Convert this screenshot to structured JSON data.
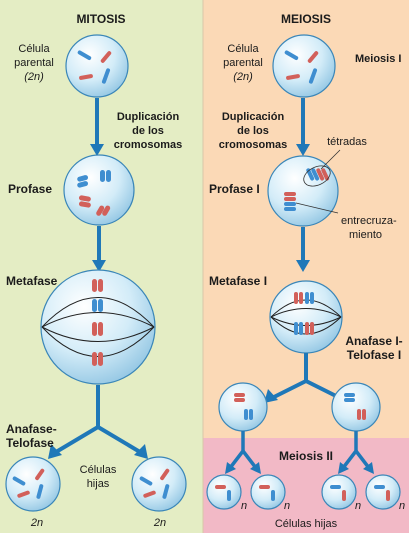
{
  "colors": {
    "mitosis_bg": "#e4edc4",
    "meiosis_bg": "#fbd9b6",
    "meiosis2_bg": "#f2b9c6",
    "arrow": "#1f78b8",
    "cell_fill": "#cfe9f6",
    "cell_stroke": "#3a86b8",
    "chrom_red": "#d2605a",
    "chrom_blue": "#3f8ed0",
    "spindle": "#222222"
  },
  "mitosis": {
    "title": "MITOSIS",
    "parent_l1": "Célula",
    "parent_l2": "parental",
    "parent_l3": "(2n)",
    "dup_l1": "Duplicación",
    "dup_l2": "de los",
    "dup_l3": "cromosomas",
    "prophase": "Profase",
    "metaphase": "Metafase",
    "anaphase_l1": "Anafase-",
    "anaphase_l2": "Telofase",
    "daughters_l1": "Células",
    "daughters_l2": "hijas",
    "ploidy_left": "2n",
    "ploidy_right": "2n"
  },
  "meiosis": {
    "title": "MEIOSIS",
    "phase_one": "Meiosis I",
    "parent_l1": "Célula",
    "parent_l2": "parental",
    "parent_l3": "(2n)",
    "dup_l1": "Duplicación",
    "dup_l2": "de los",
    "dup_l3": "cromosomas",
    "tetrads": "tétradas",
    "prophase": "Profase I",
    "crossover_l1": "entrecruza-",
    "crossover_l2": "miento",
    "metaphase": "Metafase I",
    "anaphase_l1": "Anafase I-",
    "anaphase_l2": "Telofase I",
    "phase_two": "Meiosis II",
    "ploidy_1": "n",
    "ploidy_2": "n",
    "ploidy_3": "n",
    "ploidy_4": "n",
    "daughters": "Células hijas"
  }
}
